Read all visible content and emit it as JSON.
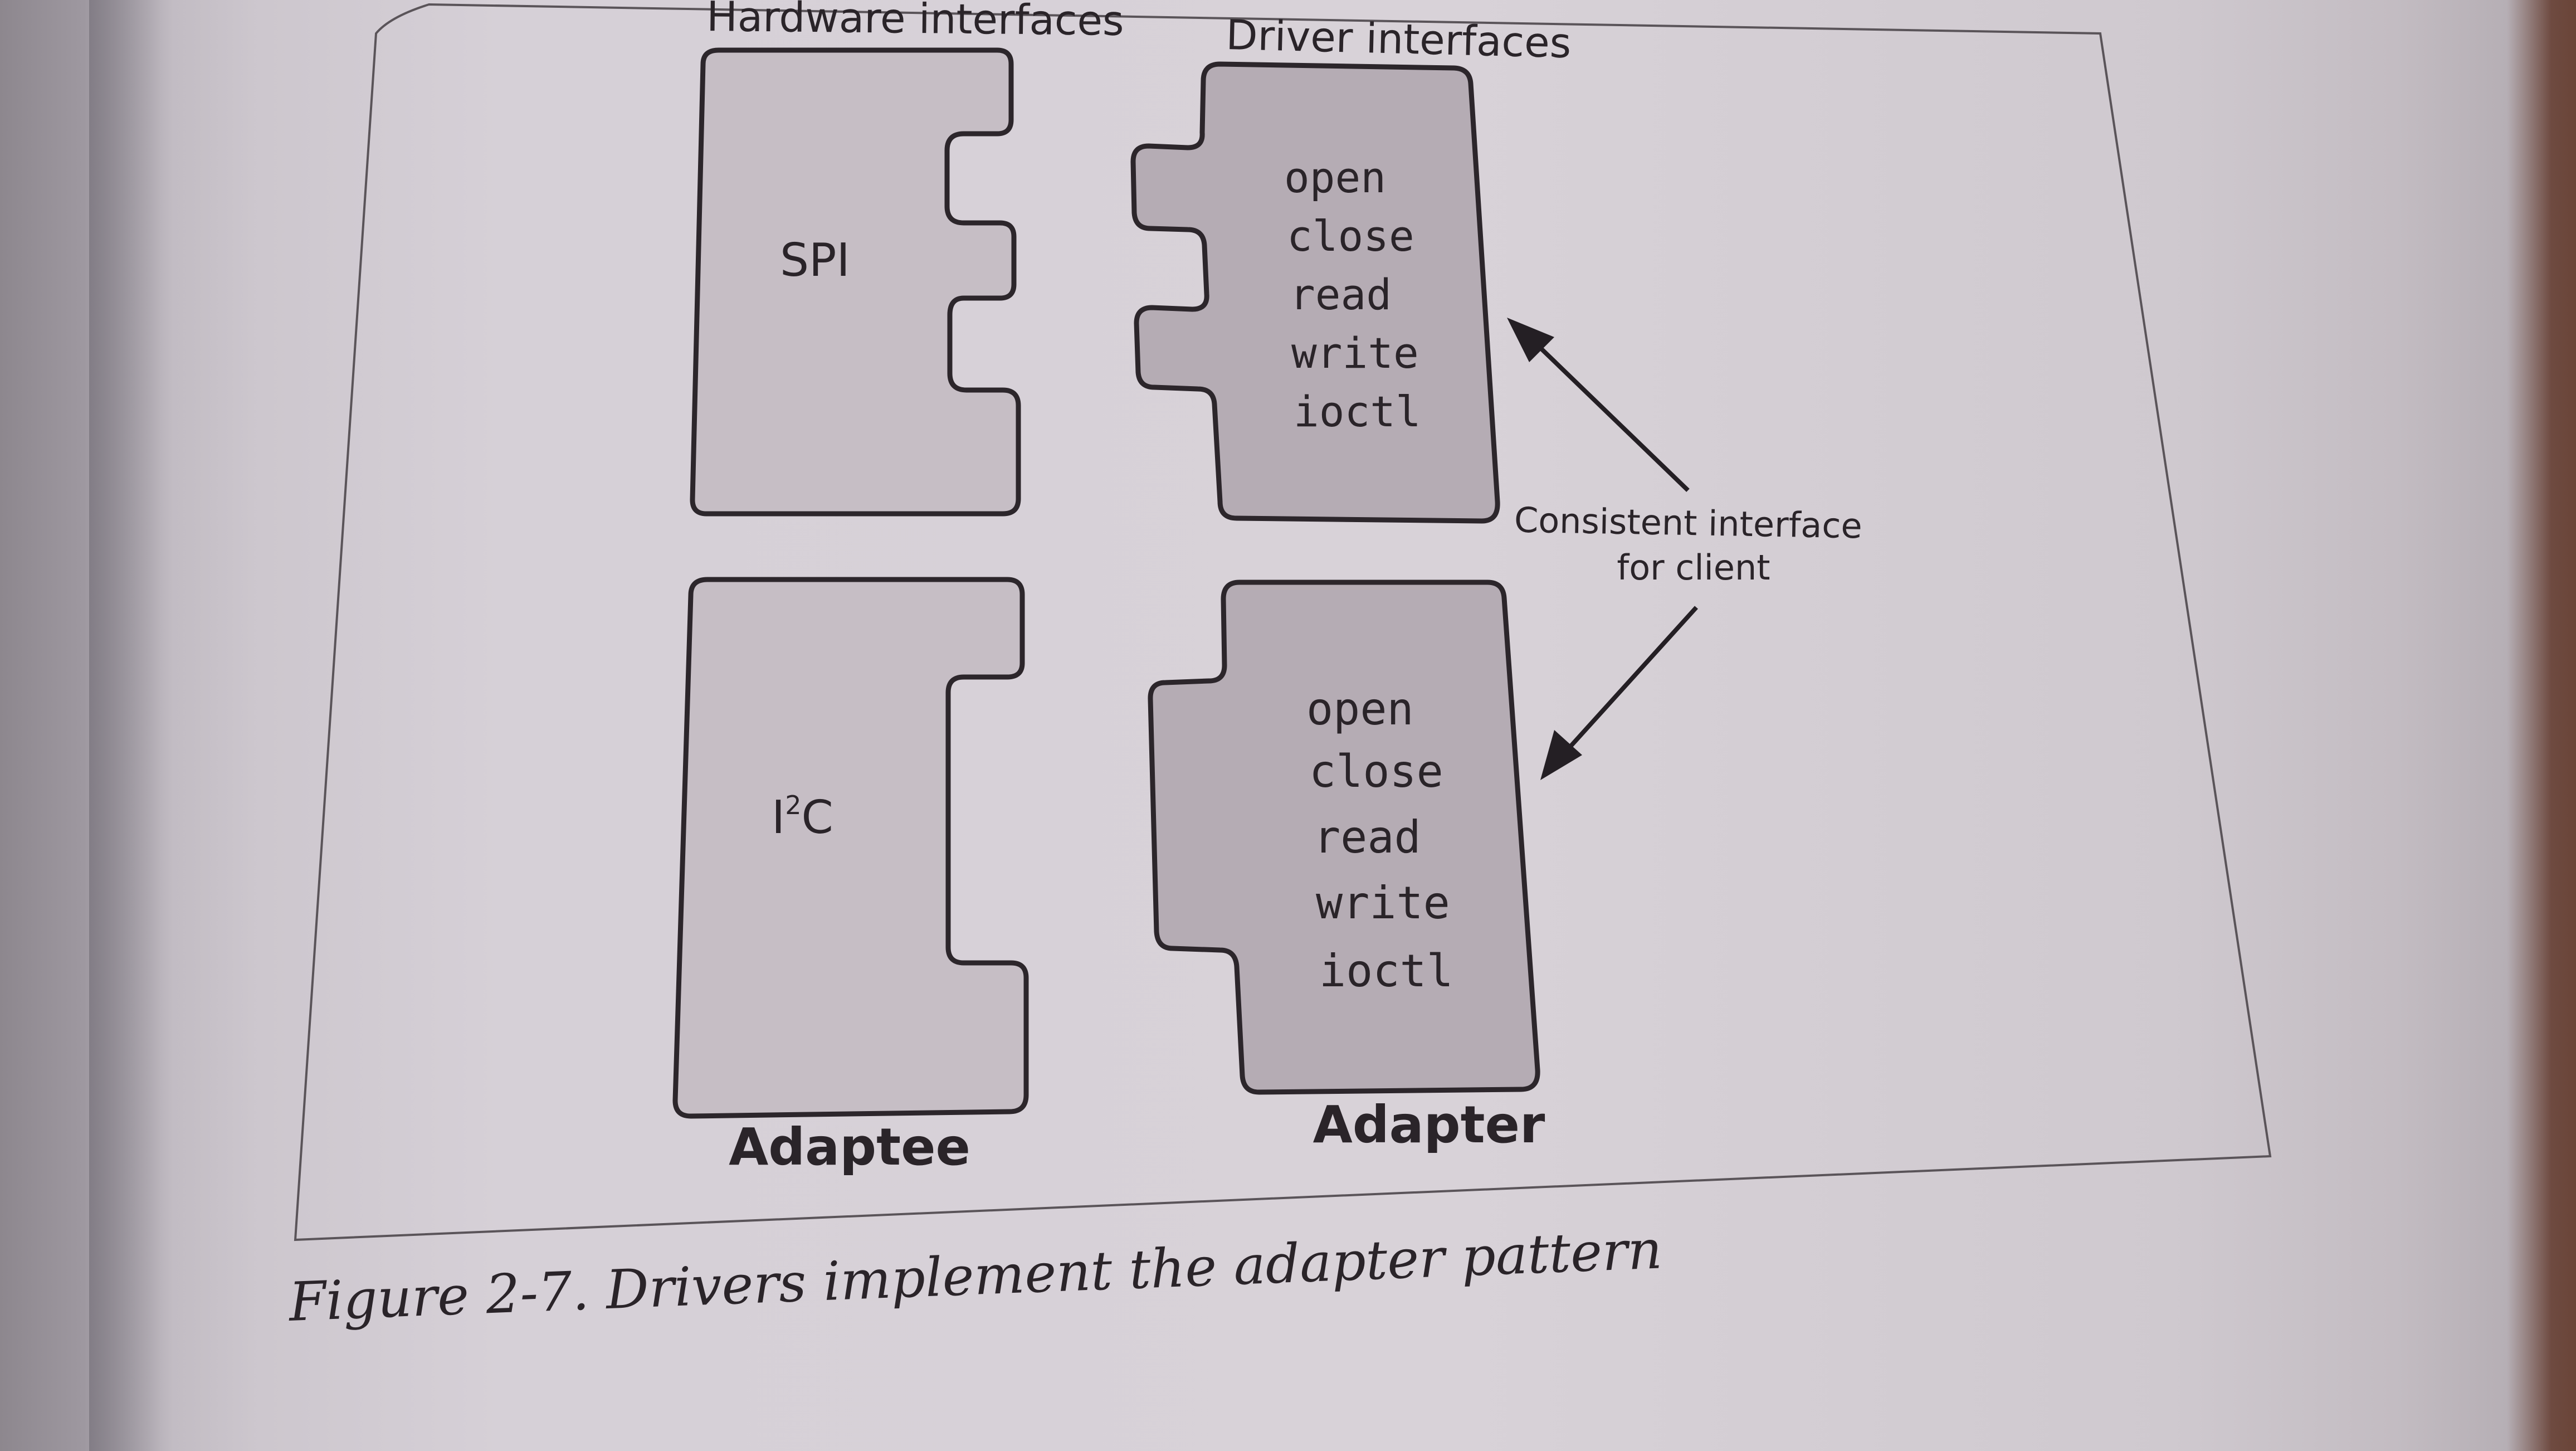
{
  "figure": {
    "headers": {
      "hardware": "Hardware interfaces",
      "driver": "Driver interfaces"
    },
    "hardware_pieces": [
      {
        "label": "SPI"
      },
      {
        "label": "I",
        "superscript": "2",
        "label_suffix": "C"
      }
    ],
    "driver_pieces": [
      {
        "functions": [
          "open",
          "close",
          "read",
          "write",
          "ioctl"
        ]
      },
      {
        "functions": [
          "open",
          "close",
          "read",
          "write",
          "ioctl"
        ]
      }
    ],
    "annotation": {
      "line1": "Consistent interface",
      "line2": "for client"
    },
    "bottom_labels": {
      "adaptee": "Adaptee",
      "adapter": "Adapter"
    }
  },
  "caption": {
    "text": "Figure 2-7. Drivers implement the adapter pattern"
  },
  "colors": {
    "piece_fill": "#c6bec5",
    "stroke": "#2c262b",
    "paper": "#d6d0d7"
  }
}
